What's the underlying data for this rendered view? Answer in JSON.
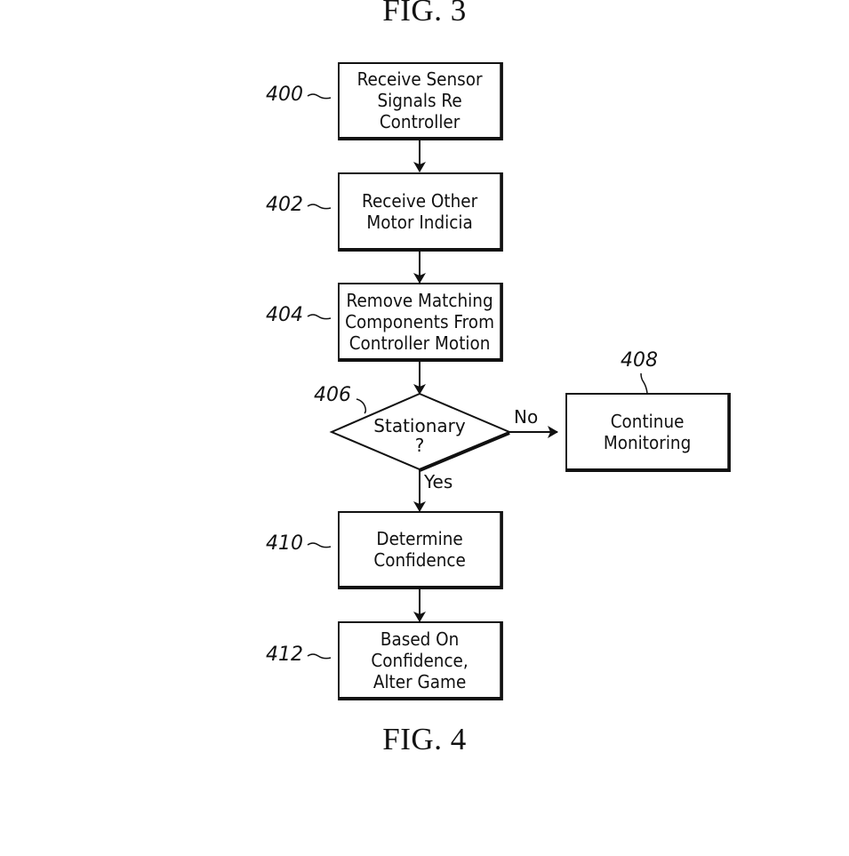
{
  "figures": {
    "top_caption": "FIG. 3",
    "bottom_caption": "FIG. 4"
  },
  "flowchart": {
    "nodes": [
      {
        "id": "400",
        "type": "process",
        "label": "Receive Sensor\nSignals Re\nController"
      },
      {
        "id": "402",
        "type": "process",
        "label": "Receive Other\nMotor Indicia"
      },
      {
        "id": "404",
        "type": "process",
        "label": "Remove Matching\nComponents From\nController Motion"
      },
      {
        "id": "406",
        "type": "decision",
        "label": "Stationary\n?"
      },
      {
        "id": "408",
        "type": "process",
        "label": "Continue\nMonitoring"
      },
      {
        "id": "410",
        "type": "process",
        "label": "Determine\nConfidence"
      },
      {
        "id": "412",
        "type": "process",
        "label": "Based On\nConfidence,\nAlter Game"
      }
    ],
    "edges": [
      {
        "from": "400",
        "to": "402",
        "label": ""
      },
      {
        "from": "402",
        "to": "404",
        "label": ""
      },
      {
        "from": "404",
        "to": "406",
        "label": ""
      },
      {
        "from": "406",
        "to": "408",
        "label": "No"
      },
      {
        "from": "406",
        "to": "410",
        "label": "Yes"
      },
      {
        "from": "410",
        "to": "412",
        "label": ""
      }
    ],
    "ref_numerals": {
      "n400": "400",
      "n402": "402",
      "n404": "404",
      "n406": "406",
      "n408": "408",
      "n410": "410",
      "n412": "412"
    }
  }
}
